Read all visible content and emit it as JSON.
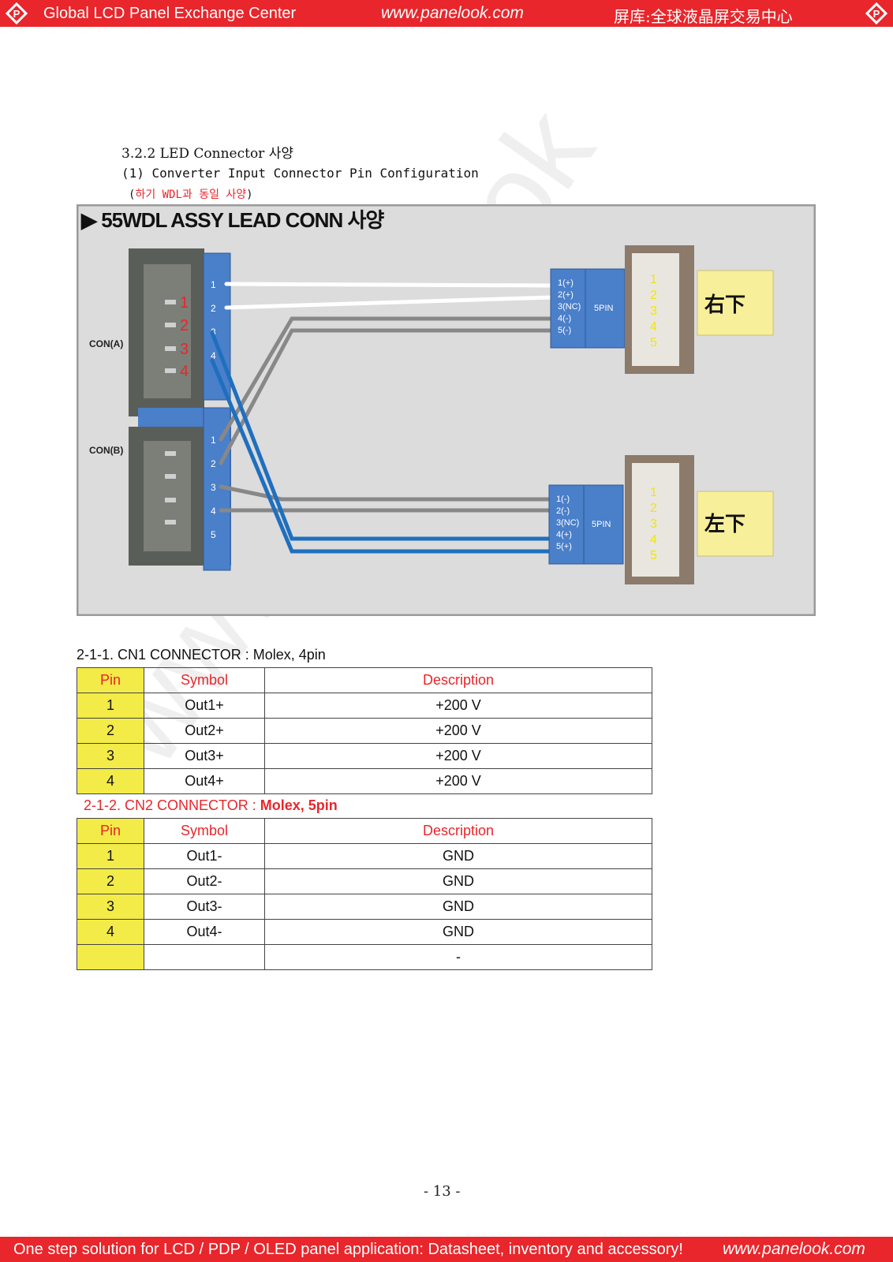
{
  "header": {
    "left": "Global LCD Panel Exchange Center",
    "center": "www.panelook.com",
    "right": "屏库:全球液晶屏交易中心"
  },
  "footer": {
    "left": "One step solution for LCD / PDP / OLED panel application: Datasheet, inventory and accessory!",
    "right": "www.panelook.com"
  },
  "section": {
    "title": "3.2.2 LED Connector 사양",
    "subtitle": "(1) Converter Input Connector Pin Configuration",
    "note_open": "(",
    "note_text": "하기 WDL과 동일 사양",
    "note_close": ")"
  },
  "diagram": {
    "title": "▶ 55WDL ASSY LEAD CONN 사양",
    "con_a_label": "CON(A)",
    "con_b_label": "CON(B)",
    "con_a_pins": [
      "1",
      "2",
      "3",
      "4"
    ],
    "con_a_photo_pins": [
      "1",
      "2",
      "3",
      "4"
    ],
    "con_b_pins": [
      "1",
      "2",
      "3",
      "4",
      "5"
    ],
    "right_top_pins": [
      "1(+)",
      "2(+)",
      "3(NC)",
      "4(-)",
      "5(-)"
    ],
    "right_bottom_pins": [
      "1(-)",
      "2(-)",
      "3(NC)",
      "4(+)",
      "5(+)"
    ],
    "pin5_label": "5PIN",
    "photo_pins": [
      "1",
      "2",
      "3",
      "4",
      "5"
    ],
    "right_top_name": "右下",
    "right_bottom_name": "左下",
    "colors": {
      "white_wire": "#ffffff",
      "gray_wire": "#888888",
      "blue_wire": "#1f6fbf",
      "connector": "#4a7fc9",
      "label_bg": "#f7ef9a",
      "pin_red": "#e8262b",
      "pin_yellow": "#f2e600"
    }
  },
  "cn1": {
    "caption_prefix": "2-1-1. CN1 CONNECTOR : ",
    "caption_value": "Molex, 4pin",
    "headers": [
      "Pin",
      "Symbol",
      "Description"
    ],
    "rows": [
      [
        "1",
        "Out1+",
        "+200 V"
      ],
      [
        "2",
        "Out2+",
        "+200 V"
      ],
      [
        "3",
        "Out3+",
        "+200 V"
      ],
      [
        "4",
        "Out4+",
        "+200 V"
      ]
    ]
  },
  "cn2": {
    "caption_prefix": "2-1-2. CN2 CONNECTOR : ",
    "caption_value": "Molex, 5pin",
    "headers": [
      "Pin",
      "Symbol",
      "Description"
    ],
    "rows": [
      [
        "1",
        "Out1-",
        "GND"
      ],
      [
        "2",
        "Out2-",
        "GND"
      ],
      [
        "3",
        "Out3-",
        "GND"
      ],
      [
        "4",
        "Out4-",
        "GND"
      ],
      [
        "",
        "",
        "-"
      ]
    ]
  },
  "page_number": "- 13 -",
  "watermark": "www.panelook"
}
